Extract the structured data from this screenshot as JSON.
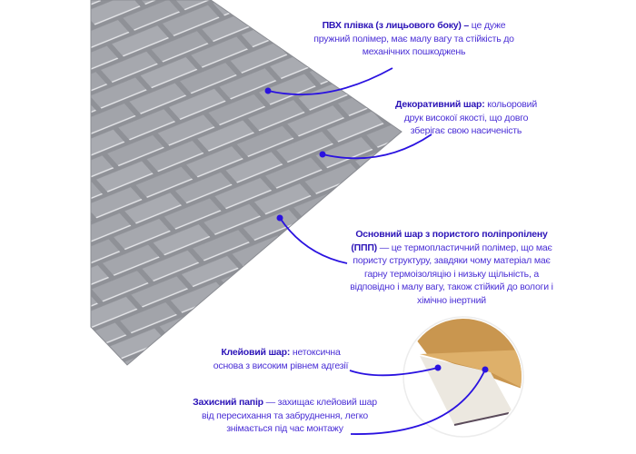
{
  "colors": {
    "text": "#4a2fd6",
    "accent": "#2c14b8",
    "leader_line": "#2a12e0",
    "panel": "#9a9ca3",
    "backing": "#d9a55c"
  },
  "annotations": [
    {
      "title": "ПВХ плівка (з лицьового боку) –",
      "text": "це дуже пружний полімер, має малу вагу та стійкість до механічних пошкоджень"
    },
    {
      "title": "Декоративний шар:",
      "text": "кольоровий друк високої якості, що довго зберігає свою насиченість"
    },
    {
      "title": "Основний шар з пористого поліпропілену (ППП)",
      "text": "— це термопластичний полімер, що має пористу структуру, завдяки чому матеріал має гарну термоізоляцію і низьку щільність, а відповідно і малу вагу, також стійкий до вологи і хімічно інертний"
    },
    {
      "title": "Клейовий шар:",
      "text": "нетоксична основа з високим рівнем адгезії"
    },
    {
      "title": "Захисний папір",
      "text": "— захищає клейовий шар від пересихання та забруднення, легко знімається під час монтажу"
    }
  ]
}
